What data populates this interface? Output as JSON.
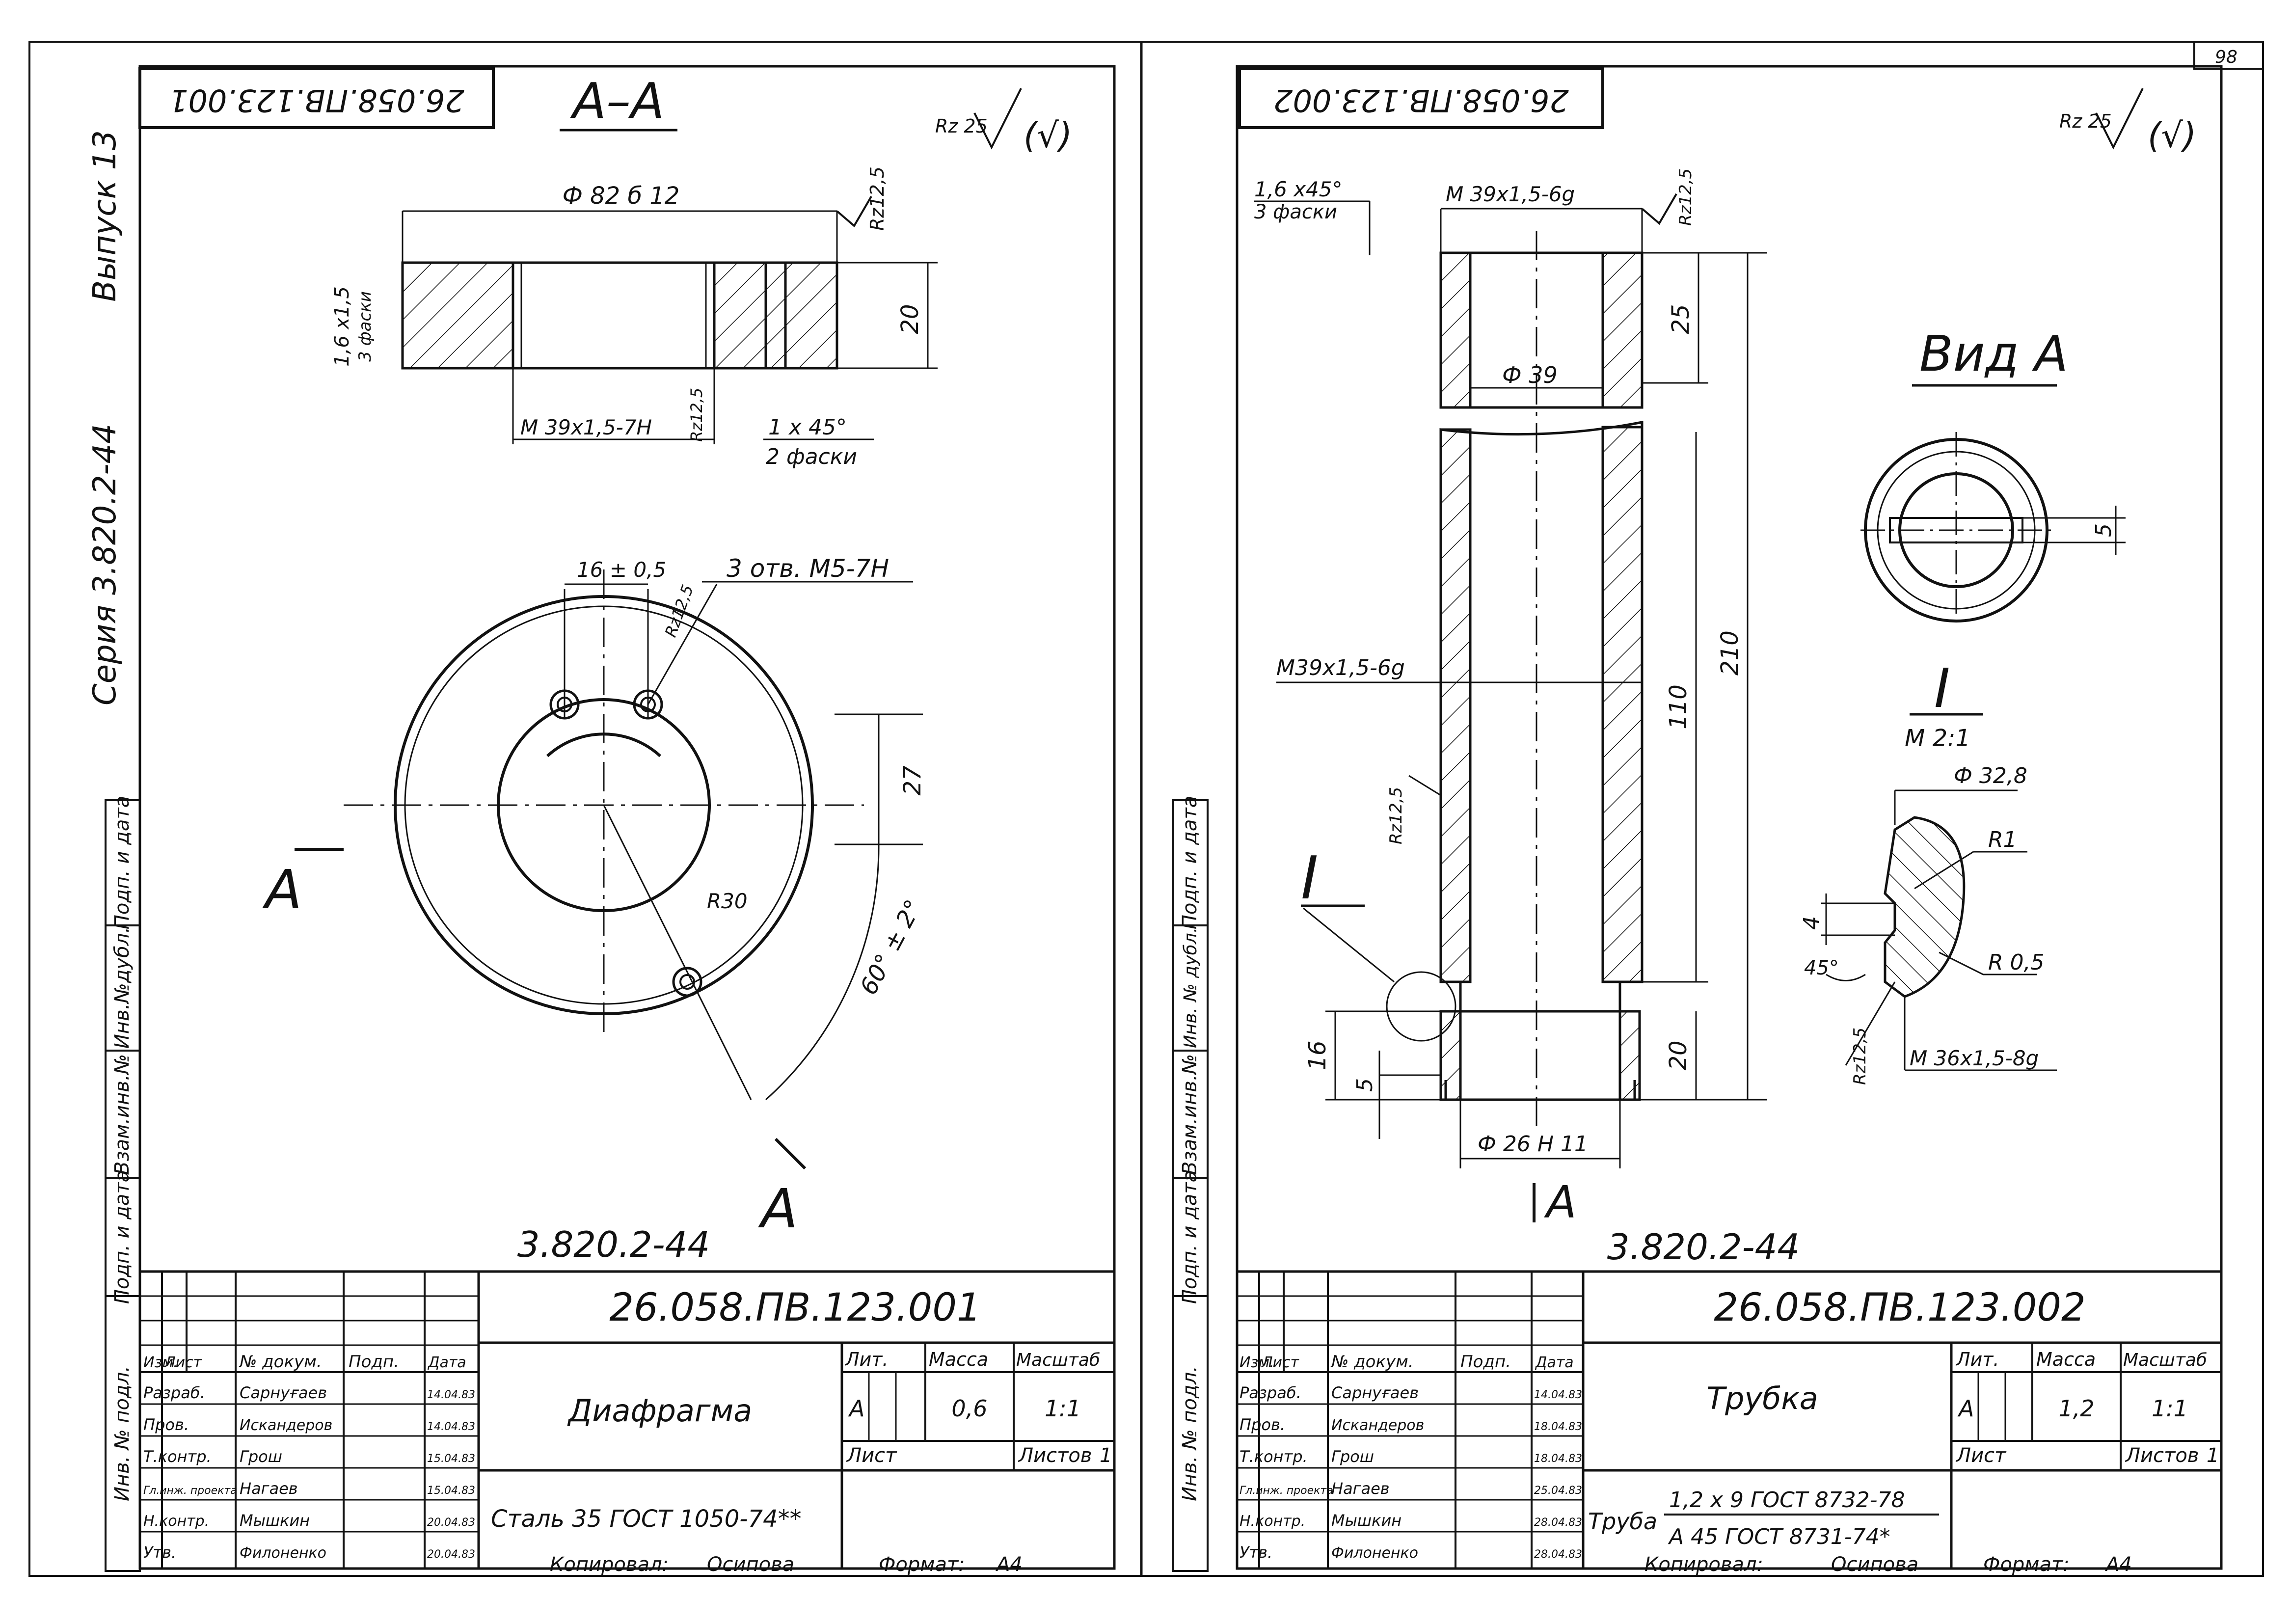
{
  "page_number": "98",
  "side": {
    "issue": "Выпуск 13",
    "series": "Серия 3.820.2-44",
    "stamps_left": [
      "Подп. и дата",
      "Инв.№дубл.",
      "Взам.инв.№",
      "Подп. и дата",
      "Инв. № подл."
    ],
    "stamps_right": [
      "Подп. и дата",
      "Инв. № дубл.",
      "Взам.инв.№",
      "Подп. и дата",
      "Инв. № подл."
    ]
  },
  "left_sheet": {
    "top_code_mirrored": "26.058.ПВ.123.001",
    "section_label": "А–А",
    "roughness_general": "Rz 25",
    "roughness_general_note": "(√)",
    "dims": {
      "outer_dia": "Ф 82 б 12",
      "roughness_face": "Rz12,5",
      "chamfer_left": "1,6 x1,5",
      "chamfer_left_note": "3 фаски",
      "height": "20",
      "thread": "М 39x1,5-7Н",
      "thread_rough": "Rz12,5",
      "chamfer_right": "1 x 45°",
      "chamfer_right_note": "2 фаски",
      "hole_spacing": "16 ± 0,5",
      "holes": "3 отв. М5-7Н",
      "hole_rough": "Rz12,5",
      "radius_offset": "27",
      "bolt_circle_r": "R30",
      "angle": "60° ± 2°",
      "section_mark": "А"
    },
    "series_code": "3.820.2-44",
    "title_block": {
      "doc_code": "26.058.ПВ.123.001",
      "name": "Диафрагма",
      "material": "Сталь 35 ГОСТ 1050-74**",
      "col_headers": [
        "Изм.",
        "Лист",
        "№ докум.",
        "Подп.",
        "Дата"
      ],
      "rows": [
        {
          "role": "Разраб.",
          "name": "Сарнуғаев",
          "date": "14.04.83"
        },
        {
          "role": "Пров.",
          "name": "Искандеров",
          "date": "14.04.83"
        },
        {
          "role": "Т.контр.",
          "name": "Грош",
          "date": "15.04.83"
        },
        {
          "role": "Гл.инж. проекта",
          "name": "Нагаев",
          "date": "15.04.83"
        },
        {
          "role": "Н.контр.",
          "name": "Мышкин",
          "date": "20.04.83"
        },
        {
          "role": "Утв.",
          "name": "Филоненко",
          "date": "20.04.83"
        }
      ],
      "lit_label": "Лит.",
      "mass_label": "Масса",
      "scale_label": "Масштаб",
      "lit": "А",
      "mass": "0,6",
      "scale": "1:1",
      "sheet_label": "Лист",
      "sheets_label": "Листов",
      "sheets": "1",
      "copied_label": "Копировал:",
      "copied_by": "Осипова",
      "format_label": "Формат:",
      "format": "А4"
    }
  },
  "right_sheet": {
    "top_code_mirrored": "26.058.ПВ.123.002",
    "roughness_general": "Rz 25",
    "roughness_general_note": "(√)",
    "dims": {
      "chamfer": "1,6 x45°",
      "chamfer_note": "3 фаски",
      "thread_top": "М 39x1,5-6g",
      "thread_top_rough": "Rz12,5",
      "dia": "Ф 39",
      "dim_25": "25",
      "dim_210": "210",
      "dim_110": "110",
      "thread_mid": "М39x1,5-6g",
      "rough_side": "Rz12,5",
      "detail_mark": "I",
      "dim_16": "16",
      "dim_5": "5",
      "dim_20": "20",
      "bottom_dia": "Ф 26 Н 11",
      "view_arrow": "А"
    },
    "view_a": {
      "title": "Вид А",
      "dim_5": "5"
    },
    "detail": {
      "title": "I",
      "scale": "М 2:1",
      "dia": "Ф 32,8",
      "r1": "R1",
      "r05": "R 0,5",
      "dim_4": "4",
      "angle": "45°",
      "rough": "Rz12,5",
      "thread": "М 36x1,5-8g"
    },
    "series_code": "3.820.2-44",
    "title_block": {
      "doc_code": "26.058.ПВ.123.002",
      "name": "Трубка",
      "material_prefix": "Труба",
      "material_line1": "1,2 x 9 ГОСТ 8732-78",
      "material_line2": "А 45 ГОСТ 8731-74*",
      "col_headers": [
        "Изм.",
        "Лист",
        "№ докум.",
        "Подп.",
        "Дата"
      ],
      "rows": [
        {
          "role": "Разраб.",
          "name": "Сарнуғаев",
          "date": "14.04.83"
        },
        {
          "role": "Пров.",
          "name": "Искандеров",
          "date": "18.04.83"
        },
        {
          "role": "Т.контр.",
          "name": "Грош",
          "date": "18.04.83"
        },
        {
          "role": "Гл.инж. проекта",
          "name": "Нагаев",
          "date": "25.04.83"
        },
        {
          "role": "Н.контр.",
          "name": "Мышкин",
          "date": "28.04.83"
        },
        {
          "role": "Утв.",
          "name": "Филоненко",
          "date": "28.04.83"
        }
      ],
      "lit_label": "Лит.",
      "mass_label": "Масса",
      "scale_label": "Масштаб",
      "lit": "А",
      "mass": "1,2",
      "scale": "1:1",
      "sheet_label": "Лист",
      "sheets_label": "Листов",
      "sheets": "1",
      "copied_label": "Копировал:",
      "copied_by": "Осипова",
      "format_label": "Формат:",
      "format": "А4"
    }
  }
}
